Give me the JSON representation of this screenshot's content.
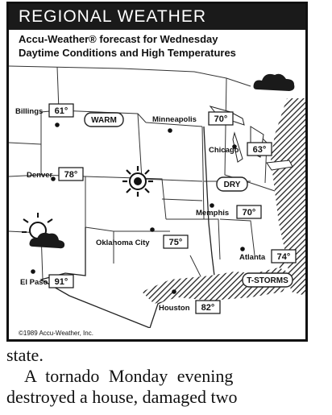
{
  "header": {
    "title": "REGIONAL WEATHER",
    "subtitle_line1": "Accu-Weather® forecast for Wednesday",
    "subtitle_line2": "Daytime Conditions and High Temperatures",
    "credit": "©1989 Accu-Weather, Inc."
  },
  "map": {
    "cities": [
      {
        "name": "Billings",
        "temp": "61°"
      },
      {
        "name": "Minneapolis",
        "temp": "70°"
      },
      {
        "name": "Chicago",
        "temp": "63°"
      },
      {
        "name": "Denver",
        "temp": "78°"
      },
      {
        "name": "Memphis",
        "temp": "70°"
      },
      {
        "name": "Oklahoma City",
        "temp": "75°"
      },
      {
        "name": "Atlanta",
        "temp": "74°"
      },
      {
        "name": "El Paso",
        "temp": "91°"
      },
      {
        "name": "Houston",
        "temp": "82°"
      }
    ],
    "regions": [
      {
        "label": "WARM"
      },
      {
        "label": "DRY"
      },
      {
        "label": "T-STORMS"
      }
    ]
  },
  "article": {
    "line1": "state.",
    "line2": "A tornado Monday evening",
    "line3": "destroyed a house, damaged two"
  }
}
